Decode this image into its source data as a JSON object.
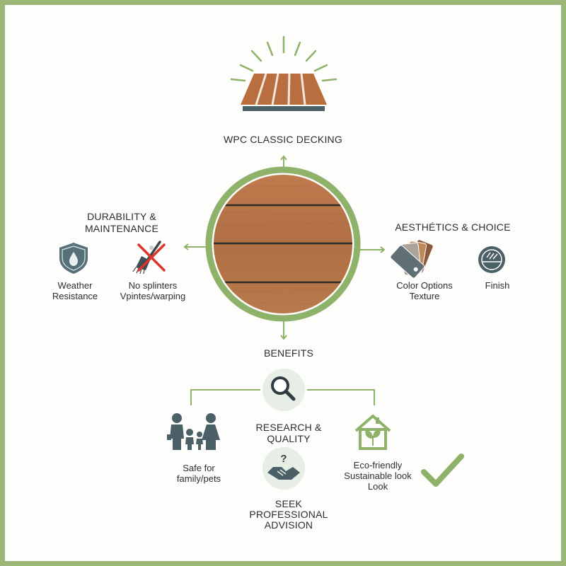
{
  "title": "WPC CLASSIC DECKING",
  "left": {
    "heading_line1": "DURABILITY &",
    "heading_line2": "MAINTENANCE",
    "item1_line1": "Weather",
    "item1_line2": "Resistance",
    "item2_line1": "No splinters",
    "item2_line2": "Vpintes/warping"
  },
  "right": {
    "heading": "AESTHÉTICS & CHOICE",
    "item1_line1": "Color Options",
    "item1_line2": "Texture",
    "item2": "Finish"
  },
  "bottom": {
    "heading": "BENEFITS",
    "research_line1": "RESEARCH &",
    "research_line2": "QUALITY",
    "advice_line1": "SEEK",
    "advice_line2": "PROFESSIONAL",
    "advice_line3": "ADVISION",
    "family_line1": "Safe for",
    "family_line2": "family/pets",
    "eco_line1": "Eco-friendly",
    "eco_line2": "Sustainable look",
    "eco_line3": "Look"
  },
  "colors": {
    "frame": "#9cb877",
    "accent_green": "#8fb26b",
    "wood": "#b8764a",
    "icon_dark": "#4d6368"
  },
  "icons": [
    "sun-rays-icon",
    "deck-boards-icon",
    "shield-drop-icon",
    "broom-crossed-icon",
    "color-swatch-icon",
    "finish-circle-icon",
    "magnifier-icon",
    "family-icon",
    "handshake-question-icon",
    "eco-house-icon",
    "checkmark-icon"
  ]
}
